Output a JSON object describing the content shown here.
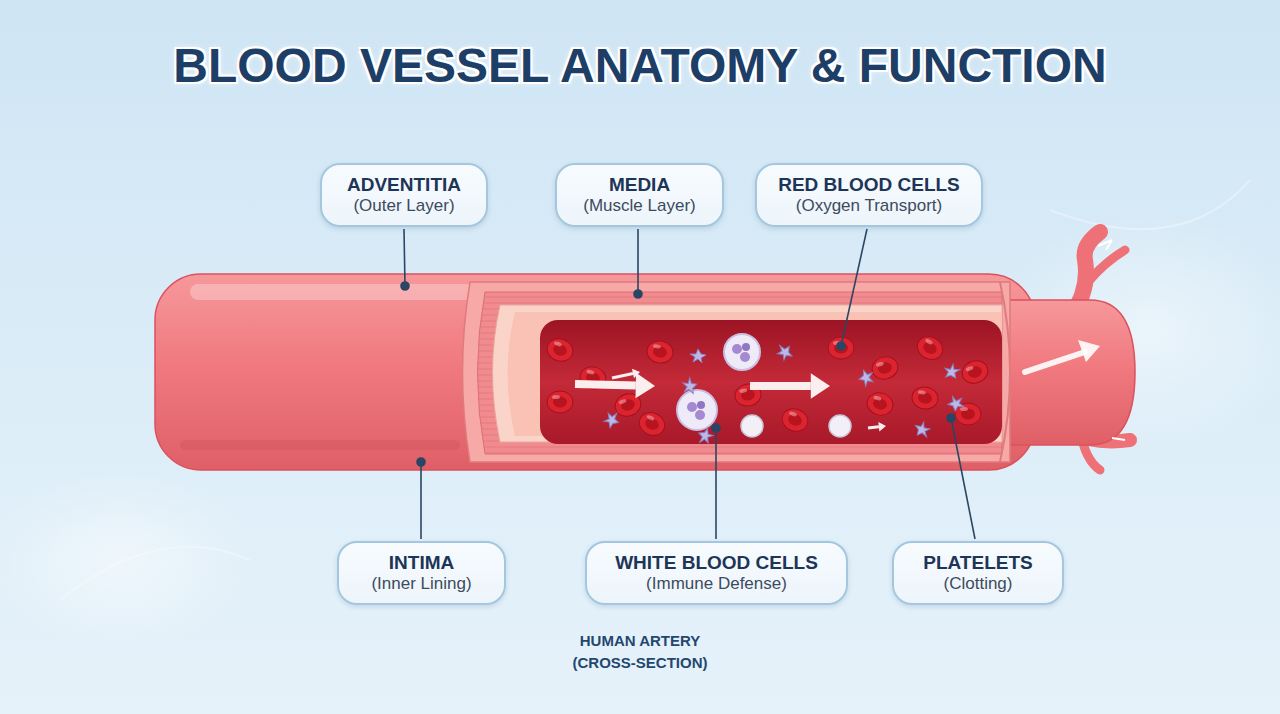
{
  "diagram": {
    "title": "BLOOD VESSEL ANATOMY & FUNCTION",
    "caption": "HUMAN ARTERY (CROSS-SECTION)",
    "nodes": [
      {
        "text": [
          "ADVENTITIA",
          "(Outer Layer)"
        ]
      },
      {
        "text": [
          "MEDIA",
          "(Muscle Layer)"
        ]
      },
      {
        "text": [
          "RED BLOOD CELLS",
          "(Oxygen Transport)"
        ]
      },
      {
        "text": [
          "INTIMA",
          "(Inner Lining)"
        ]
      },
      {
        "text": [
          "WHITE BLOOD CELLS",
          "(Immune Defense)"
        ]
      },
      {
        "text": [
          "PLATELETS",
          "(Clotting)"
        ]
      }
    ]
  }
}
